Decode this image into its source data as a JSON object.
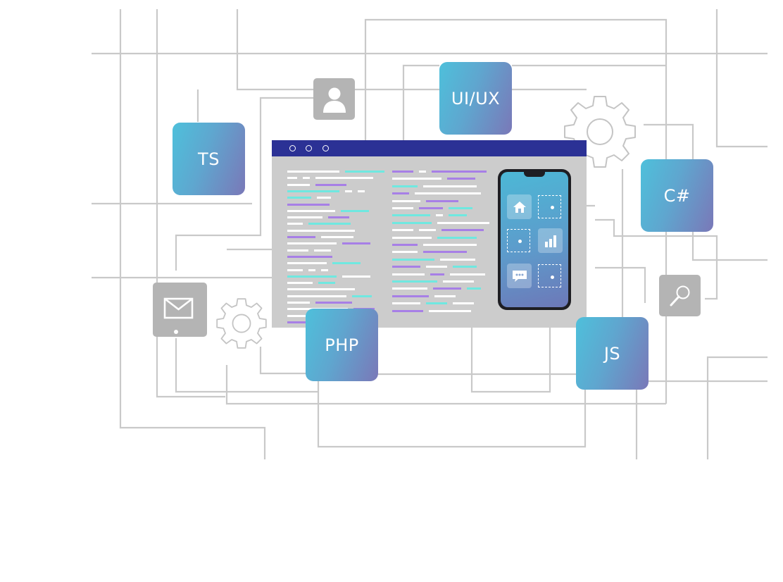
{
  "tiles": {
    "ts": "TS",
    "uiux": "UI/UX",
    "csharp": "C#",
    "php": "PHP",
    "js": "JS"
  },
  "icons": {
    "user": "user-icon",
    "mail": "envelope-icon",
    "search": "magnifier-icon",
    "gear_large": "gear-icon",
    "gear_small": "gear-icon",
    "home": "home-icon",
    "chart": "bar-chart-icon",
    "chat": "chat-bubble-icon"
  },
  "colors": {
    "tile_start": "#4ec0db",
    "tile_end": "#7a78b8",
    "window_bar": "#2b3195",
    "window_body": "#cccccc",
    "code_white": "#ffffff",
    "code_cyan": "#6fe8e0",
    "code_purple": "#a77fe6",
    "circuit_line": "#c9c9c9",
    "gray_tile": "#b4b4b4"
  }
}
